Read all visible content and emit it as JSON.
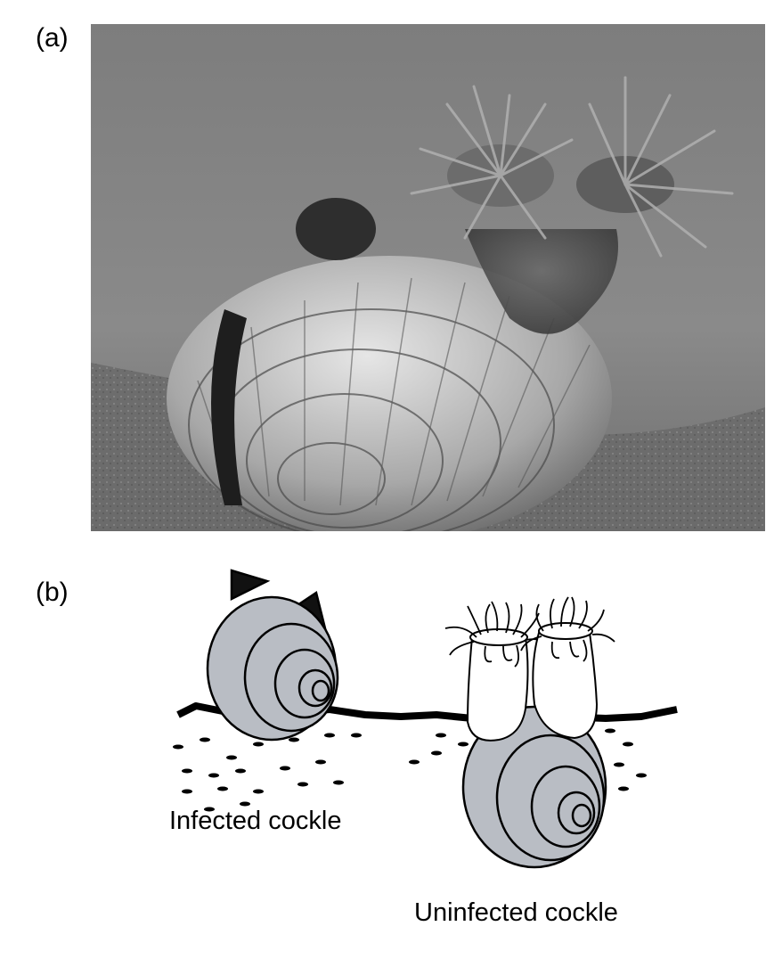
{
  "figure": {
    "panel_a_label": "(a)",
    "panel_b_label": "(b)",
    "photo_subject": "photograph of a cockle shell half-buried in sediment with sea anemones attached",
    "diagram": {
      "infected_label": "Infected cockle",
      "uninfected_label": "Uninfected cockle"
    },
    "colors": {
      "shell_fill": "#b9bdc4",
      "outline": "#000000",
      "anemone_fill": "#ffffff"
    }
  }
}
